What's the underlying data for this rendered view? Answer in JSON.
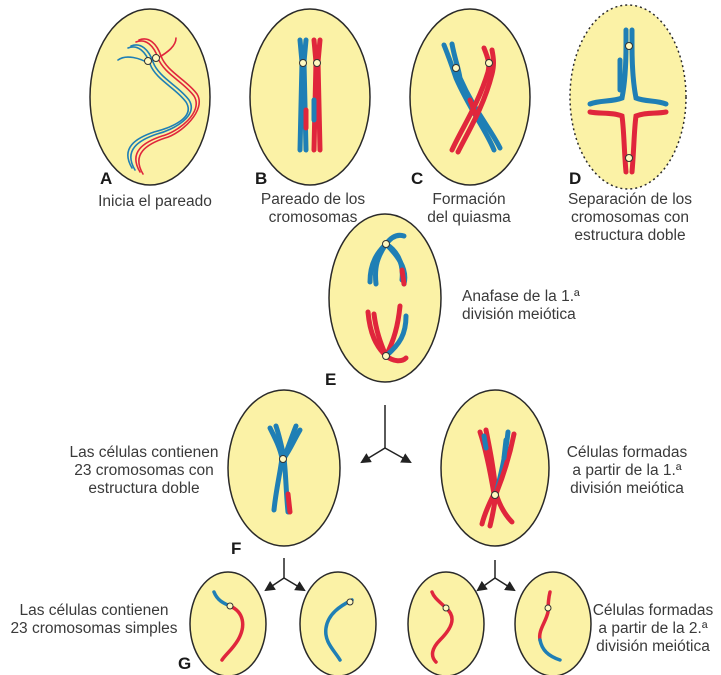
{
  "colors": {
    "cell_fill": "#fbf2a6",
    "cell_border": "#2a2a2a",
    "chromosome_blue": "#1f7fb5",
    "chromosome_red": "#e0263c",
    "centromere": "#fff8c0",
    "arrow": "#222222"
  },
  "stages": {
    "a": {
      "letter": "A",
      "caption": "Inicia el pareado"
    },
    "b": {
      "letter": "B",
      "caption_lines": [
        "Pareado de los",
        "cromosomas"
      ]
    },
    "c": {
      "letter": "C",
      "caption_lines": [
        "Formación",
        "del quiasma"
      ]
    },
    "d": {
      "letter": "D",
      "caption_lines": [
        "Separación de los",
        "cromosomas con",
        "estructura doble"
      ]
    },
    "e": {
      "letter": "E",
      "caption_lines": [
        "Anafase de la 1.ª",
        "división meiótica"
      ]
    },
    "f": {
      "letter": "F",
      "caption_lines": [
        "Las células contienen",
        "23 cromosomas con",
        "estructura doble"
      ]
    },
    "f_right": {
      "caption_lines": [
        "Células formadas",
        "a partir de la 1.ª",
        "división meiótica"
      ]
    },
    "g": {
      "letter": "G",
      "caption_lines": [
        "Las células contienen",
        "23 cromosomas simples"
      ]
    },
    "g_right": {
      "caption_lines": [
        "Células formadas",
        "a partir de la 2.ª",
        "división meiótica"
      ]
    }
  }
}
